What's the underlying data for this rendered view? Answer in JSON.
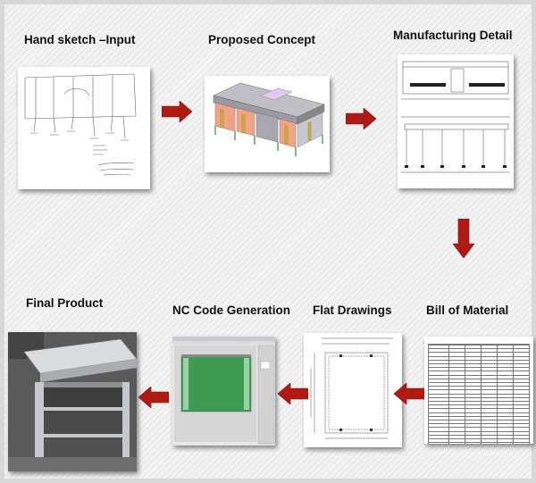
{
  "steps": {
    "hand_sketch": {
      "label": "Hand sketch –Input"
    },
    "proposed_concept": {
      "label": "Proposed Concept"
    },
    "manufacturing_detail": {
      "label": "Manufacturing Detail"
    },
    "bill_of_material": {
      "label": "Bill of Material"
    },
    "flat_drawings": {
      "label": "Flat Drawings"
    },
    "nc_code_generation": {
      "label": "NC Code Generation"
    },
    "final_product": {
      "label": "Final Product"
    }
  },
  "colors": {
    "arrow": "#b01a14",
    "frame_border": "#d8d8d8",
    "nc_plate": "#3f9a52",
    "concept_panel": "#f2a386"
  }
}
